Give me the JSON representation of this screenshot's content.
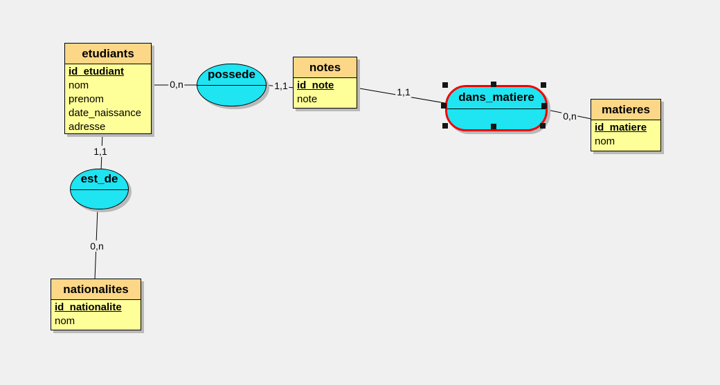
{
  "app": {
    "view": "Merise conceptual data model (MCD) diagram canvas"
  },
  "palette": {
    "canvas_background": "#f0f0f0",
    "entity_header_fill": "#fcd787",
    "entity_body_fill": "#ffff99",
    "relation_fill": "#1fe4f2",
    "node_border": "#000000",
    "selected_border": "#f40000",
    "selection_handle": "#151515",
    "shadow": "#b9b9b9",
    "link_line": "#000000"
  },
  "entities": [
    {
      "name": "etudiants",
      "attributes": [
        {
          "label": "id_etudiant",
          "is_key": true
        },
        {
          "label": "nom",
          "is_key": false
        },
        {
          "label": "prenom",
          "is_key": false
        },
        {
          "label": "date_naissance",
          "is_key": false
        },
        {
          "label": "adresse",
          "is_key": false
        }
      ]
    },
    {
      "name": "notes",
      "attributes": [
        {
          "label": "id_note",
          "is_key": true
        },
        {
          "label": "note",
          "is_key": false
        }
      ]
    },
    {
      "name": "matieres",
      "attributes": [
        {
          "label": "id_matiere",
          "is_key": true
        },
        {
          "label": "nom",
          "is_key": false
        }
      ]
    },
    {
      "name": "nationalites",
      "attributes": [
        {
          "label": "id_nationalite",
          "is_key": true
        },
        {
          "label": "nom",
          "is_key": false
        }
      ]
    }
  ],
  "relations": [
    {
      "name": "possede",
      "selected": false
    },
    {
      "name": "dans_matiere",
      "selected": true
    },
    {
      "name": "est_de",
      "selected": false
    }
  ],
  "links": [
    {
      "from": "etudiants",
      "to": "possede",
      "cardinality": "0,n"
    },
    {
      "from": "possede",
      "to": "notes",
      "cardinality": "1,1"
    },
    {
      "from": "notes",
      "to": "dans_matiere",
      "cardinality": "1,1"
    },
    {
      "from": "dans_matiere",
      "to": "matieres",
      "cardinality": "0,n"
    },
    {
      "from": "etudiants",
      "to": "est_de",
      "cardinality": "1,1"
    },
    {
      "from": "est_de",
      "to": "nationalites",
      "cardinality": "0,n"
    }
  ]
}
